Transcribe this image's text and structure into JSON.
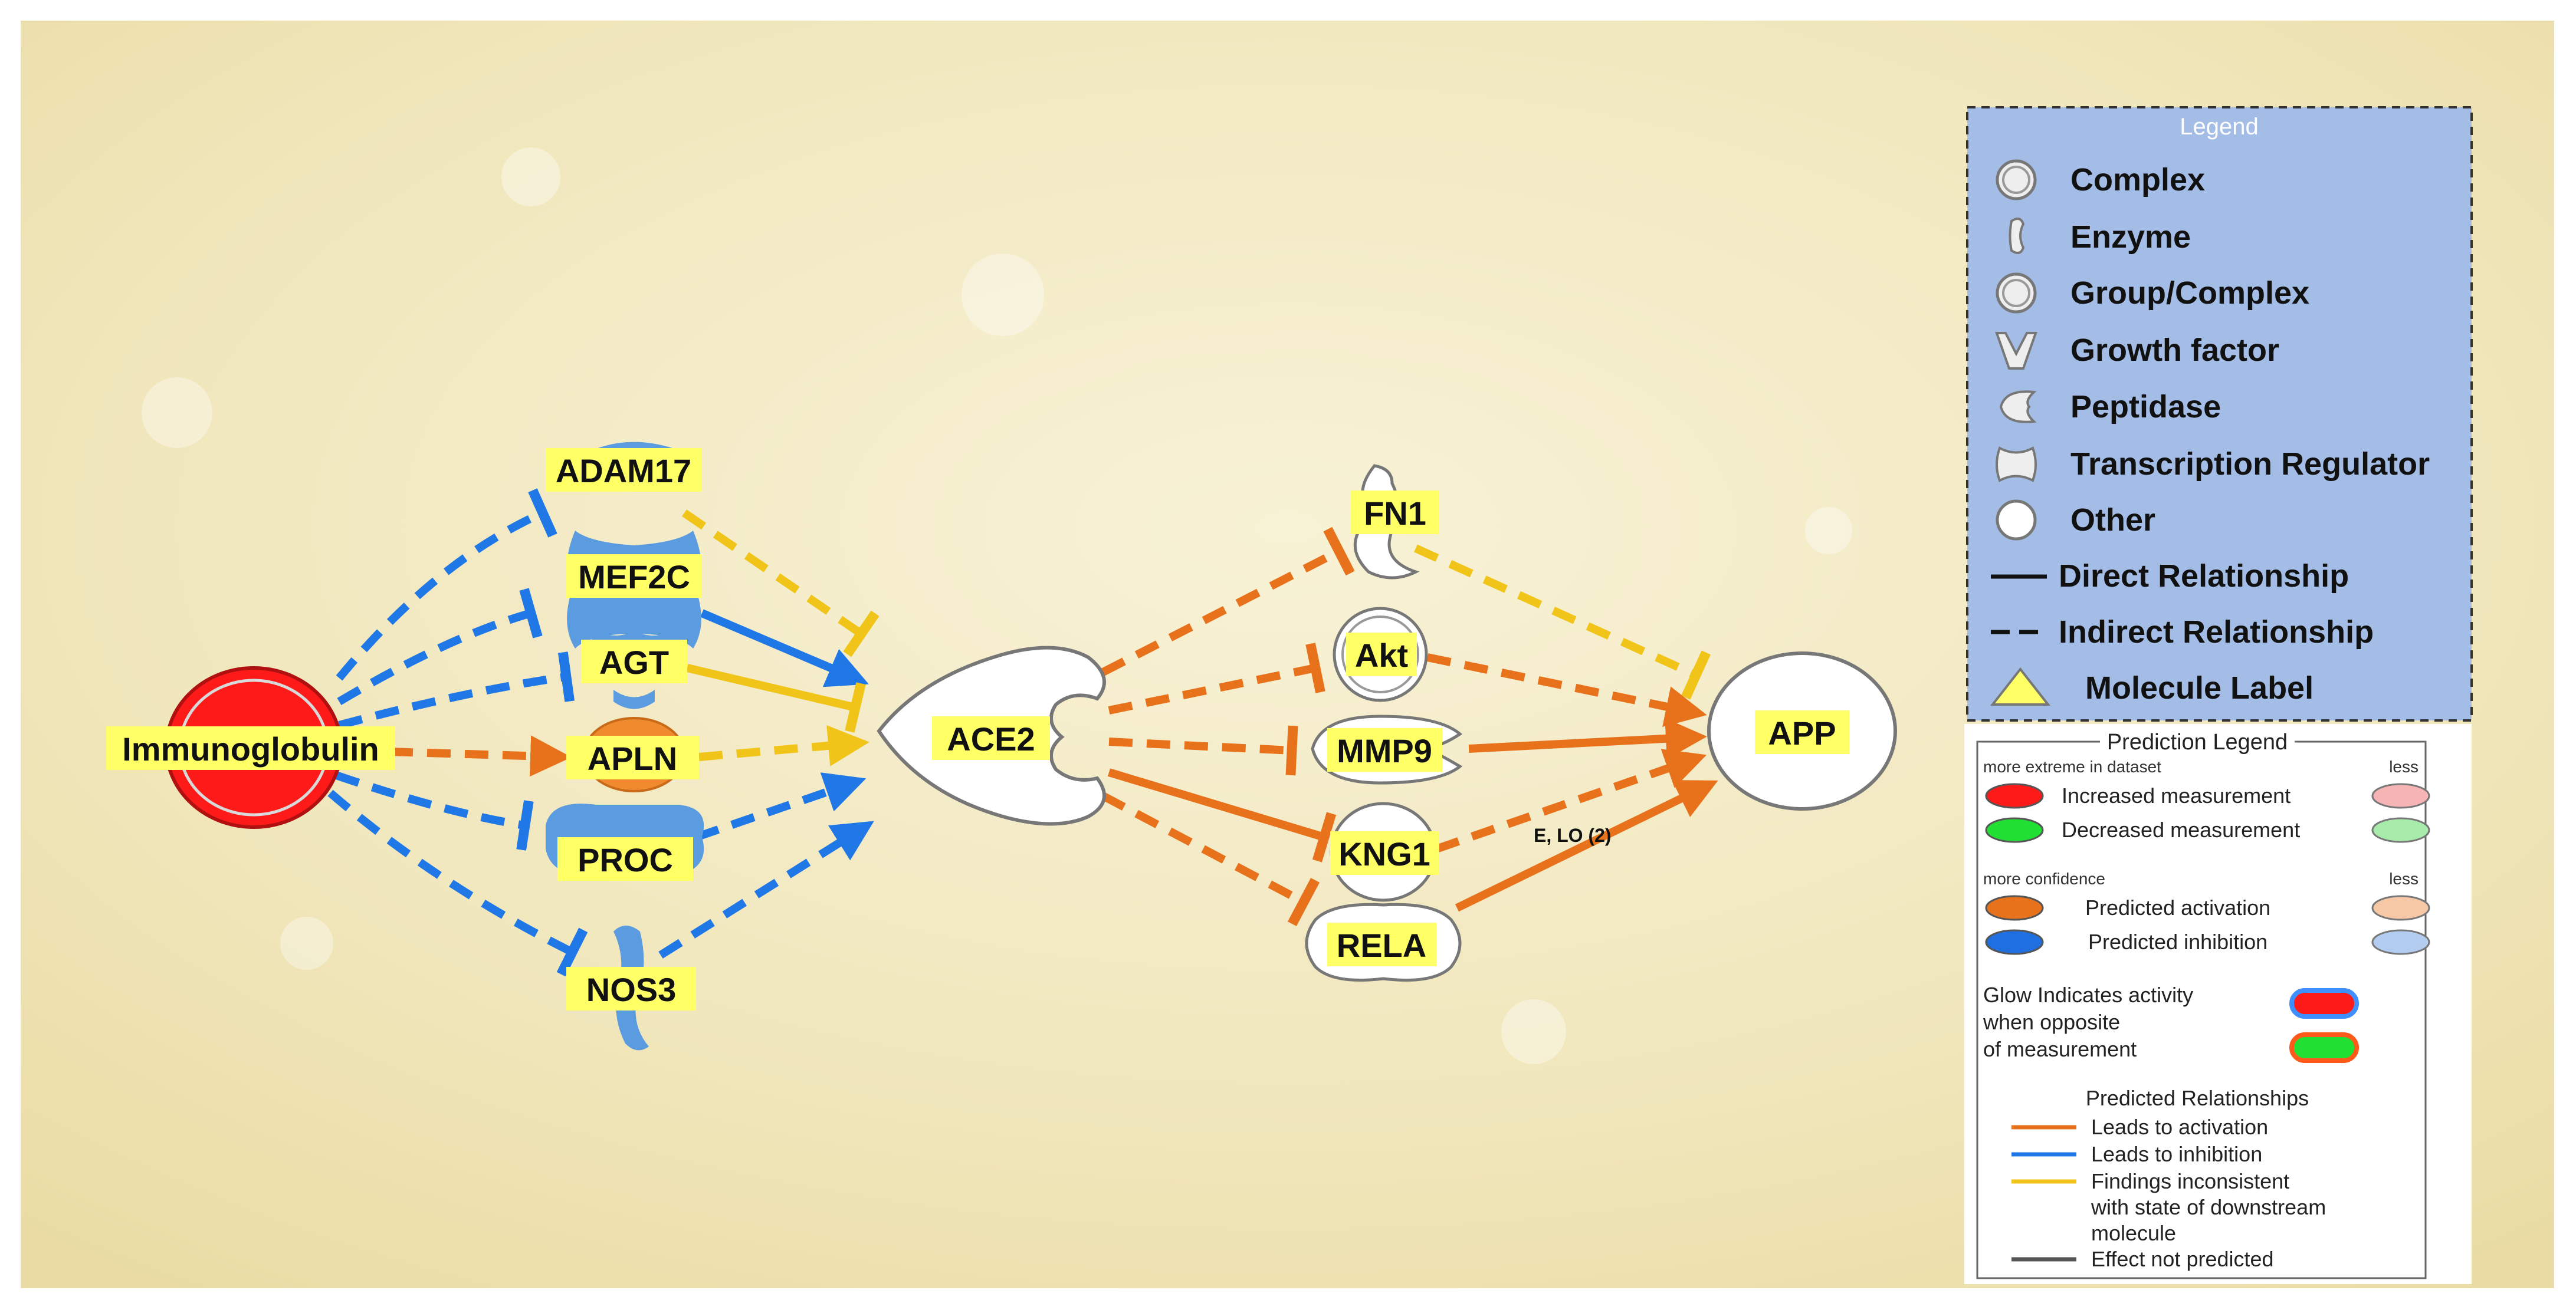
{
  "colors": {
    "activation": "#e8721c",
    "inhibition": "#1f78e6",
    "inconsistent": "#f0c419",
    "not_predicted": "#555555",
    "increased": "#ff1a1a",
    "predicted_blue": "#5b9be0",
    "label_bg": "#ffff66",
    "legend_bg": "#a4bde6"
  },
  "nodes": {
    "immunoglobulin": "Immunoglobulin",
    "adam17": "ADAM17",
    "mef2c": "MEF2C",
    "agt": "AGT",
    "apln": "APLN",
    "proc": "PROC",
    "nos3": "NOS3",
    "ace2": "ACE2",
    "fn1": "FN1",
    "akt": "Akt",
    "mmp9": "MMP9",
    "kng1": "KNG1",
    "rela": "RELA",
    "app": "APP"
  },
  "edge_annotation": "E, LO (2)",
  "legend": {
    "title": "Legend",
    "items": [
      {
        "icon": "complex-icon",
        "label": "Complex"
      },
      {
        "icon": "enzyme-icon",
        "label": "Enzyme"
      },
      {
        "icon": "group-complex-icon",
        "label": "Group/Complex"
      },
      {
        "icon": "growth-factor-icon",
        "label": "Growth factor"
      },
      {
        "icon": "peptidase-icon",
        "label": "Peptidase"
      },
      {
        "icon": "transcription-regulator-icon",
        "label": "Transcription Regulator"
      },
      {
        "icon": "other-icon",
        "label": "Other"
      },
      {
        "icon": "solid-line-icon",
        "label": "Direct Relationship"
      },
      {
        "icon": "dashed-line-icon",
        "label": "Indirect Relationship"
      },
      {
        "icon": "triangle-icon",
        "label": "Molecule Label"
      }
    ]
  },
  "prediction_legend": {
    "title": "Prediction Legend",
    "extreme_more": "more extreme in dataset",
    "extreme_less": "less",
    "increased": "Increased measurement",
    "decreased": "Decreased measurement",
    "confidence_more": "more confidence",
    "confidence_less": "less",
    "activation": "Predicted activation",
    "inhibition": "Predicted inhibition",
    "glow_line1": "Glow Indicates activity",
    "glow_line2": "when opposite",
    "glow_line3": "of measurement",
    "relationships_title": "Predicted Relationships",
    "leads_activation": "Leads to activation",
    "leads_inhibition": "Leads to inhibition",
    "inconsistent_line1": "Findings inconsistent",
    "inconsistent_line2": "with state of downstream",
    "inconsistent_line3": "molecule",
    "not_predicted": "Effect not predicted"
  }
}
